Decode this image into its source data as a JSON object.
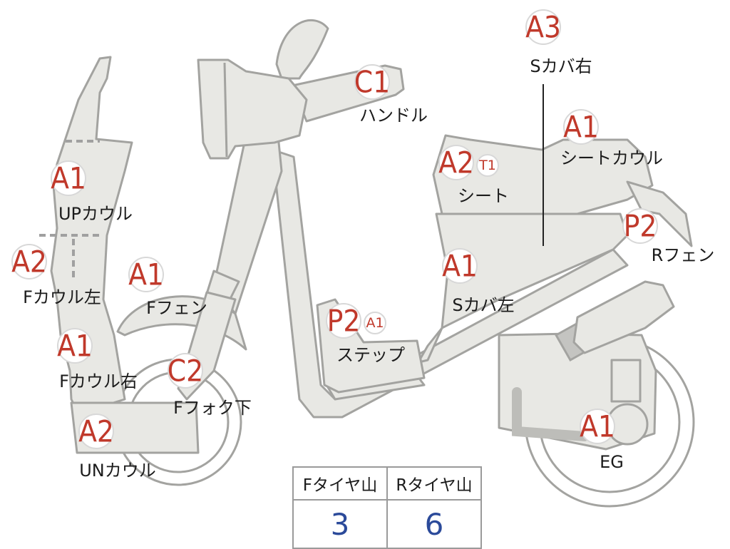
{
  "parts": [
    {
      "id": "up-cowl",
      "grade": "A1",
      "label": "UPカウル"
    },
    {
      "id": "f-cowl-left",
      "grade": "A2",
      "label": "Fカウル左"
    },
    {
      "id": "f-cowl-right",
      "grade": "A1",
      "label": "Fカウル右"
    },
    {
      "id": "un-cowl",
      "grade": "A2",
      "label": "UNカウル"
    },
    {
      "id": "f-fender",
      "grade": "A1",
      "label": "Fフェン"
    },
    {
      "id": "f-fork-lower",
      "grade": "C2",
      "label": "Fフォク下"
    },
    {
      "id": "handle",
      "grade": "C1",
      "label": "ハンドル"
    },
    {
      "id": "step",
      "grade": "P2",
      "sub_grade": "A1",
      "label": "ステップ"
    },
    {
      "id": "s-cover-left",
      "grade": "A1",
      "label": "Sカバ左"
    },
    {
      "id": "seat",
      "grade": "A2",
      "sub_grade": "T1",
      "label": "シート"
    },
    {
      "id": "seat-cowl",
      "grade": "A1",
      "label": "シートカウル"
    },
    {
      "id": "s-cover-right",
      "grade": "A3",
      "label": "Sカバ右"
    },
    {
      "id": "r-fender",
      "grade": "P2",
      "label": "Rフェン"
    },
    {
      "id": "engine",
      "grade": "A1",
      "label": "EG"
    }
  ],
  "tire_table": {
    "headers": [
      "Fタイヤ山",
      "Rタイヤ山"
    ],
    "values": [
      "3",
      "6"
    ]
  },
  "colors": {
    "grade": "#c0392b",
    "tire_value": "#2b4a9a",
    "part_fill": "#e8e8e4",
    "part_stroke": "#a3a3a0"
  }
}
